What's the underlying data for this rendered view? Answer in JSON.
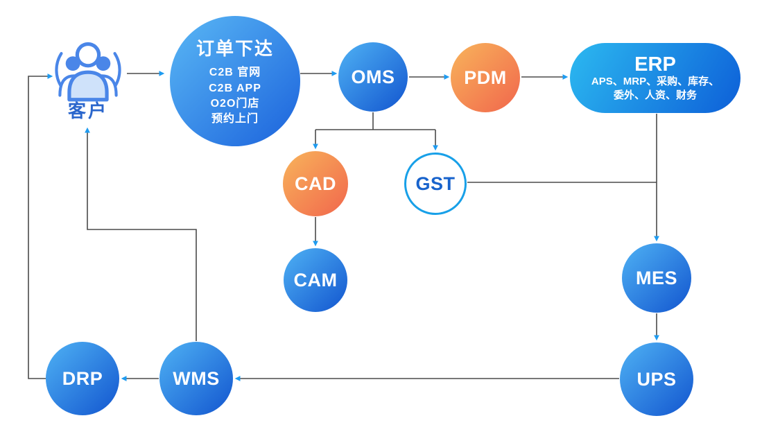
{
  "diagram": {
    "nodes": {
      "customer": {
        "label": "客户"
      },
      "order": {
        "title": "订单下达",
        "lines": [
          "C2B 官网",
          "C2B APP",
          "O2O门店",
          "预约上门"
        ]
      },
      "oms": {
        "label": "OMS"
      },
      "pdm": {
        "label": "PDM"
      },
      "erp": {
        "title": "ERP",
        "lines": [
          "APS、MRP、采购、库存、",
          "委外、人资、财务"
        ]
      },
      "cad": {
        "label": "CAD"
      },
      "gst": {
        "label": "GST"
      },
      "cam": {
        "label": "CAM"
      },
      "mes": {
        "label": "MES"
      },
      "ups": {
        "label": "UPS"
      },
      "wms": {
        "label": "WMS"
      },
      "drp": {
        "label": "DRP"
      }
    },
    "edges": [
      {
        "from": "customer",
        "to": "order"
      },
      {
        "from": "order",
        "to": "oms"
      },
      {
        "from": "oms",
        "to": "pdm"
      },
      {
        "from": "pdm",
        "to": "erp"
      },
      {
        "from": "oms",
        "to": "cad"
      },
      {
        "from": "oms",
        "to": "gst"
      },
      {
        "from": "cad",
        "to": "cam"
      },
      {
        "from": "gst",
        "to": "mes"
      },
      {
        "from": "erp",
        "to": "mes"
      },
      {
        "from": "mes",
        "to": "ups"
      },
      {
        "from": "ups",
        "to": "wms"
      },
      {
        "from": "wms",
        "to": "drp"
      },
      {
        "from": "wms",
        "to": "customer"
      },
      {
        "from": "drp",
        "to": "customer"
      }
    ]
  },
  "colors": {
    "blue_light": "#4fb2f4",
    "blue_dark": "#1255cf",
    "order_light": "#5ab8f5",
    "order_dark": "#1b62dc",
    "orange_light": "#f8b45b",
    "orange_dark": "#f1664c",
    "erp_light": "#2cb9f0",
    "erp_dark": "#0d5fd8",
    "gst_border": "#18a0e8",
    "gst_text": "#1863cc",
    "line": "#4a4a4a",
    "arrow": "#1e9bf0",
    "customer_text": "#2a66cc",
    "customer_icon": "#4a86e8",
    "customer_fill": "#cfe2fa"
  }
}
